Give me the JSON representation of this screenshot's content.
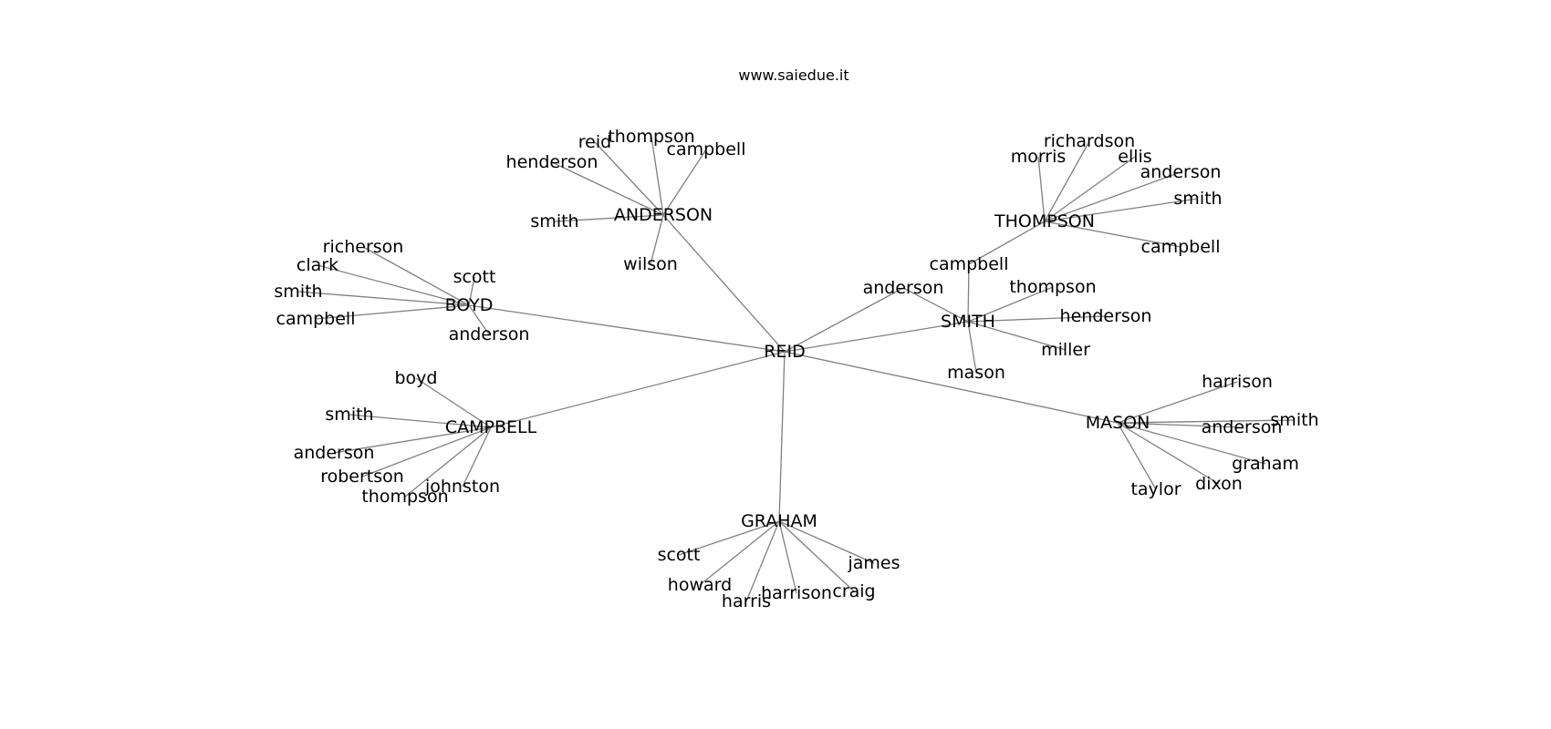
{
  "header": {
    "title": "www.saiedue.it"
  },
  "graph": {
    "nodes": [
      {
        "id": "reid",
        "label": "REID"
      },
      {
        "id": "anderson",
        "label": "ANDERSON"
      },
      {
        "id": "anderson_reid",
        "label": "reid"
      },
      {
        "id": "anderson_thompson",
        "label": "thompson"
      },
      {
        "id": "anderson_campbell",
        "label": "campbell"
      },
      {
        "id": "anderson_henderson",
        "label": "henderson"
      },
      {
        "id": "anderson_smith",
        "label": "smith"
      },
      {
        "id": "anderson_wilson",
        "label": "wilson"
      },
      {
        "id": "thompson",
        "label": "THOMPSON"
      },
      {
        "id": "thompson_richardson",
        "label": "richardson"
      },
      {
        "id": "thompson_morris",
        "label": "morris"
      },
      {
        "id": "thompson_ellis",
        "label": "ellis"
      },
      {
        "id": "thompson_anderson",
        "label": "anderson"
      },
      {
        "id": "thompson_smith",
        "label": "smith"
      },
      {
        "id": "thompson_campbell",
        "label": "campbell"
      },
      {
        "id": "smith_campbell",
        "label": "campbell"
      },
      {
        "id": "smith_anderson",
        "label": "anderson"
      },
      {
        "id": "smith",
        "label": "SMITH"
      },
      {
        "id": "smith_thompson",
        "label": "thompson"
      },
      {
        "id": "smith_henderson",
        "label": "henderson"
      },
      {
        "id": "smith_miller",
        "label": "miller"
      },
      {
        "id": "smith_mason",
        "label": "mason"
      },
      {
        "id": "boyd",
        "label": "BOYD"
      },
      {
        "id": "boyd_richerson",
        "label": "richerson"
      },
      {
        "id": "boyd_clark",
        "label": "clark"
      },
      {
        "id": "boyd_scott",
        "label": "scott"
      },
      {
        "id": "boyd_smith",
        "label": "smith"
      },
      {
        "id": "boyd_campbell",
        "label": "campbell"
      },
      {
        "id": "boyd_anderson",
        "label": "anderson"
      },
      {
        "id": "campbell",
        "label": "CAMPBELL"
      },
      {
        "id": "campbell_boyd",
        "label": "boyd"
      },
      {
        "id": "campbell_smith",
        "label": "smith"
      },
      {
        "id": "campbell_anderson",
        "label": "anderson"
      },
      {
        "id": "campbell_robertson",
        "label": "robertson"
      },
      {
        "id": "campbell_thompson",
        "label": "thompson"
      },
      {
        "id": "campbell_johnston",
        "label": "johnston"
      },
      {
        "id": "mason",
        "label": "MASON"
      },
      {
        "id": "mason_harrison",
        "label": "harrison"
      },
      {
        "id": "mason_smith",
        "label": "smith"
      },
      {
        "id": "mason_anderson",
        "label": "anderson"
      },
      {
        "id": "mason_graham",
        "label": "graham"
      },
      {
        "id": "mason_dixon",
        "label": "dixon"
      },
      {
        "id": "mason_taylor",
        "label": "taylor"
      },
      {
        "id": "graham",
        "label": "GRAHAM"
      },
      {
        "id": "graham_scott",
        "label": "scott"
      },
      {
        "id": "graham_howard",
        "label": "howard"
      },
      {
        "id": "graham_harris",
        "label": "harris"
      },
      {
        "id": "graham_harrison",
        "label": "harrison"
      },
      {
        "id": "graham_craig",
        "label": "craig"
      },
      {
        "id": "graham_james",
        "label": "james"
      }
    ],
    "edges": [
      [
        "reid",
        "anderson"
      ],
      [
        "reid",
        "boyd"
      ],
      [
        "reid",
        "campbell"
      ],
      [
        "reid",
        "graham"
      ],
      [
        "reid",
        "mason"
      ],
      [
        "reid",
        "smith"
      ],
      [
        "reid",
        "smith_anderson"
      ],
      [
        "anderson",
        "anderson_reid"
      ],
      [
        "anderson",
        "anderson_thompson"
      ],
      [
        "anderson",
        "anderson_campbell"
      ],
      [
        "anderson",
        "anderson_henderson"
      ],
      [
        "anderson",
        "anderson_smith"
      ],
      [
        "anderson",
        "anderson_wilson"
      ],
      [
        "thompson",
        "thompson_richardson"
      ],
      [
        "thompson",
        "thompson_morris"
      ],
      [
        "thompson",
        "thompson_ellis"
      ],
      [
        "thompson",
        "thompson_anderson"
      ],
      [
        "thompson",
        "thompson_smith"
      ],
      [
        "thompson",
        "thompson_campbell"
      ],
      [
        "thompson",
        "smith_campbell"
      ],
      [
        "smith",
        "smith_campbell"
      ],
      [
        "smith",
        "smith_anderson"
      ],
      [
        "smith",
        "smith_thompson"
      ],
      [
        "smith",
        "smith_henderson"
      ],
      [
        "smith",
        "smith_miller"
      ],
      [
        "smith",
        "smith_mason"
      ],
      [
        "boyd",
        "boyd_richerson"
      ],
      [
        "boyd",
        "boyd_clark"
      ],
      [
        "boyd",
        "boyd_scott"
      ],
      [
        "boyd",
        "boyd_smith"
      ],
      [
        "boyd",
        "boyd_campbell"
      ],
      [
        "boyd",
        "boyd_anderson"
      ],
      [
        "campbell",
        "campbell_boyd"
      ],
      [
        "campbell",
        "campbell_smith"
      ],
      [
        "campbell",
        "campbell_anderson"
      ],
      [
        "campbell",
        "campbell_robertson"
      ],
      [
        "campbell",
        "campbell_thompson"
      ],
      [
        "campbell",
        "campbell_johnston"
      ],
      [
        "mason",
        "mason_harrison"
      ],
      [
        "mason",
        "mason_smith"
      ],
      [
        "mason",
        "mason_anderson"
      ],
      [
        "mason",
        "mason_graham"
      ],
      [
        "mason",
        "mason_dixon"
      ],
      [
        "mason",
        "mason_taylor"
      ],
      [
        "graham",
        "graham_scott"
      ],
      [
        "graham",
        "graham_howard"
      ],
      [
        "graham",
        "graham_harris"
      ],
      [
        "graham",
        "graham_harrison"
      ],
      [
        "graham",
        "graham_craig"
      ],
      [
        "graham",
        "graham_james"
      ]
    ]
  }
}
